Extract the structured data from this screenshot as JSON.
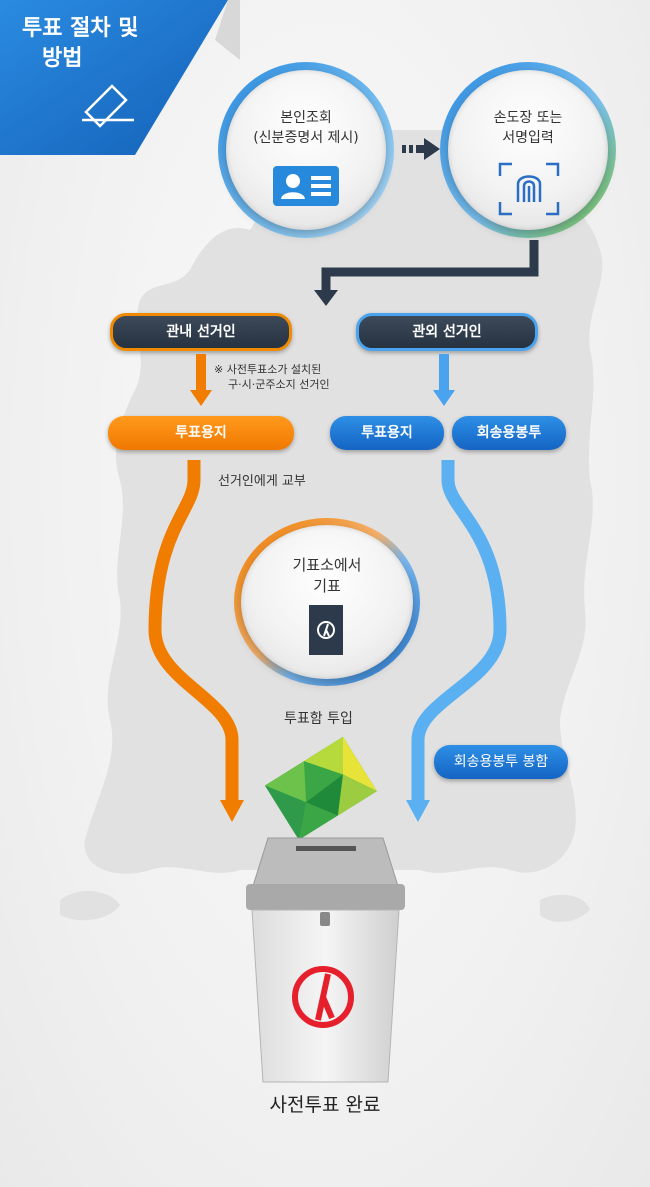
{
  "title": {
    "line1": "투표 절차 및",
    "line2": "방법"
  },
  "step1": {
    "line1": "본인조회",
    "line2": "(신분증명서 제시)"
  },
  "step2": {
    "line1": "손도장 또는",
    "line2": "서명입력"
  },
  "in_district": {
    "label": "관내 선거인"
  },
  "out_district": {
    "label": "관외 선거인"
  },
  "note": {
    "line1": "※ 사전투표소가 설치된",
    "line2": "구·시·군주소지 선거인"
  },
  "in_ballot": {
    "label": "투표용지"
  },
  "out_ballot": {
    "label": "투표용지"
  },
  "out_envelope": {
    "label": "회송용봉투"
  },
  "handout": {
    "label": "선거인에게 교부"
  },
  "booth": {
    "line1": "기표소에서",
    "line2": "기표"
  },
  "insert": {
    "label": "투표함 투입"
  },
  "seal": {
    "label": "회송용봉투 봉함"
  },
  "complete": {
    "label": "사전투표 완료"
  },
  "colors": {
    "orange": "#f07d00",
    "blue": "#3a93e4",
    "navy": "#263240",
    "red": "#e5202c"
  }
}
